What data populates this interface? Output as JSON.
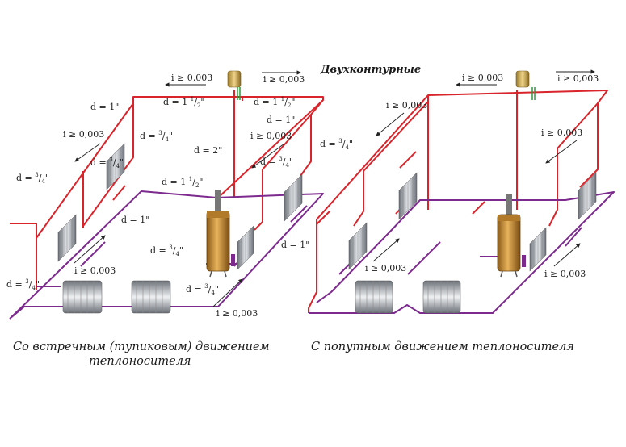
{
  "title": "Двухконтурные",
  "left": {
    "caption_line1": "Со встречным (тупиковым) движением",
    "caption_line2": "теплоносителя",
    "slopes": [
      "i ≥ 0,003",
      "i ≥ 0,003",
      "i ≥ 0,003",
      "i ≥ 0,003",
      "i ≥ 0,003",
      "i ≥ 0,003"
    ],
    "diam": {
      "one": "d = 1\"",
      "three_quarter_prefix": "d = ",
      "three_quarter_num": "3",
      "three_quarter_den": "4",
      "inch_mark": "\"",
      "one_half_prefix": "d = 1 ",
      "one_half_num": "1",
      "one_half_den": "2",
      "two": "d = 2\""
    }
  },
  "right": {
    "caption": "С попутным движением теплоносителя",
    "slopes": [
      "i ≥ 0,003",
      "i ≥ 0,003",
      "i ≥ 0,003",
      "i ≥ 0,003",
      "i ≥ 0,003",
      "i ≥ 0,003"
    ]
  },
  "colors": {
    "supply": "#d8242a",
    "return": "#7d2a8e",
    "boiler": "#c88a2e",
    "radiator": "#9aa0a8"
  }
}
